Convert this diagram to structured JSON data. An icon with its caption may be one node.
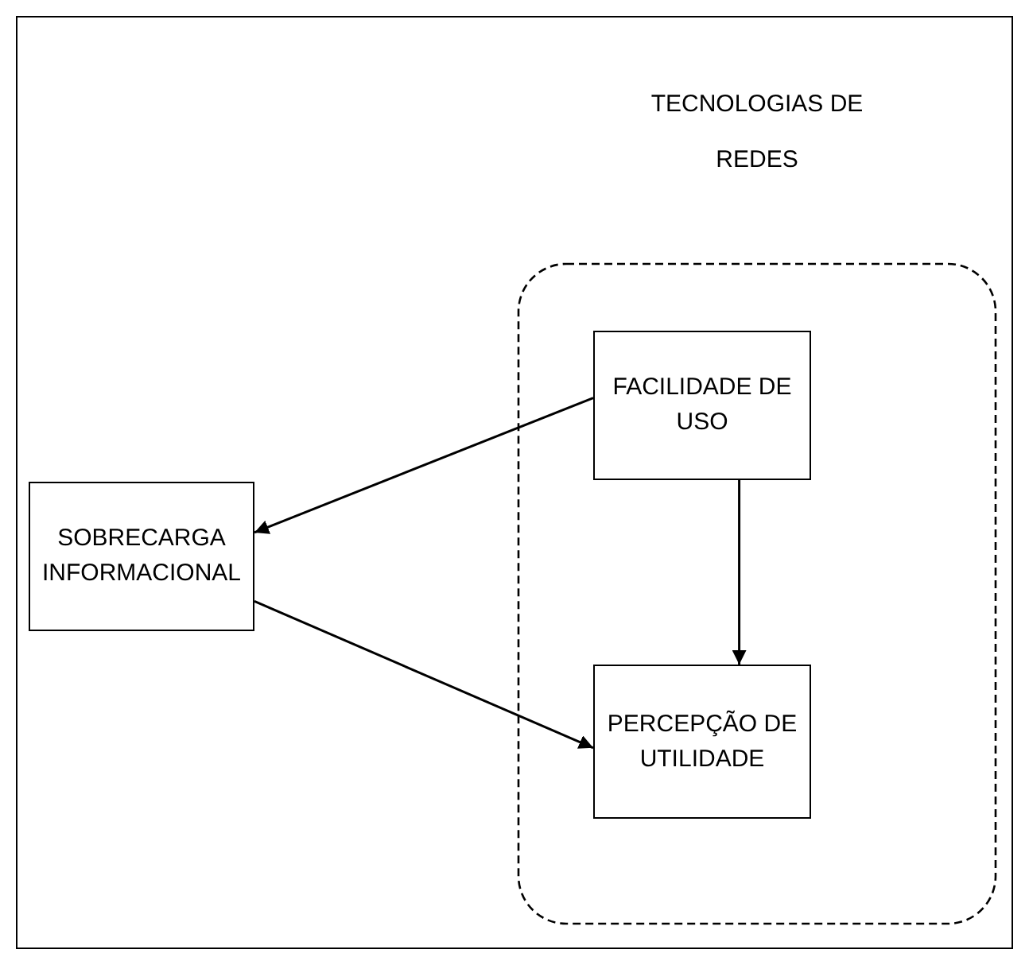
{
  "diagram": {
    "nodes": [
      {
        "text": [
          "TECNOLOGIAS DE REDES"
        ]
      },
      {
        "text": [
          "FACILIDADE DE USO"
        ],
        "in": 0
      },
      {
        "text": [
          "SOBRECARGA INFORMACIONAL"
        ]
      },
      {
        "text": [
          "PERCEPÇÃO DE UTILIDADE"
        ],
        "in": 0
      }
    ],
    "edges": [
      {
        "from": 1,
        "to": 2,
        "arrow": "to"
      },
      {
        "from": 1,
        "to": 3,
        "arrow": "to"
      },
      {
        "from": 2,
        "to": 3,
        "arrow": "to"
      }
    ]
  }
}
